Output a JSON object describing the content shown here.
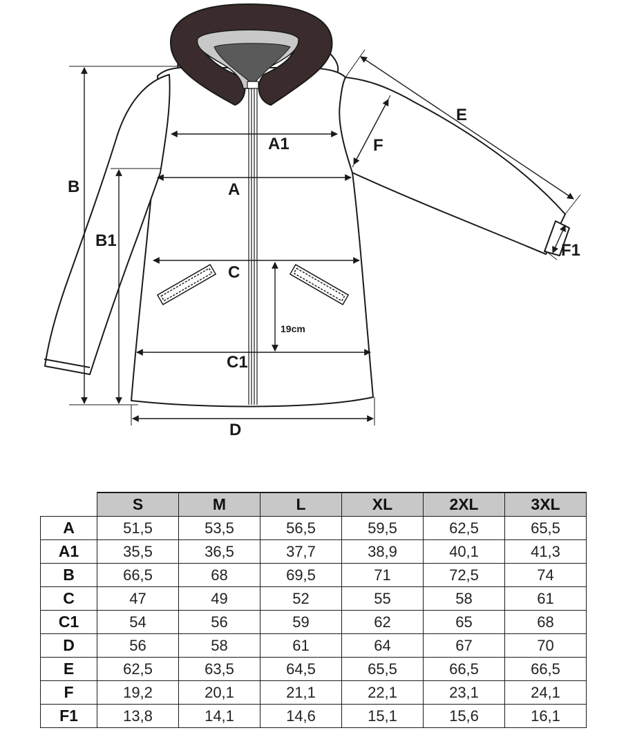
{
  "labels": {
    "A": "A",
    "A1": "A1",
    "B": "B",
    "B1": "B1",
    "C": "C",
    "C1": "C1",
    "D": "D",
    "E": "E",
    "F": "F",
    "F1": "F1",
    "pocket_depth": "19cm"
  },
  "table": {
    "sizes": [
      "S",
      "M",
      "L",
      "XL",
      "2XL",
      "3XL"
    ],
    "rows": [
      {
        "label": "A",
        "values": [
          "51,5",
          "53,5",
          "56,5",
          "59,5",
          "62,5",
          "65,5"
        ]
      },
      {
        "label": "A1",
        "values": [
          "35,5",
          "36,5",
          "37,7",
          "38,9",
          "40,1",
          "41,3"
        ]
      },
      {
        "label": "B",
        "values": [
          "66,5",
          "68",
          "69,5",
          "71",
          "72,5",
          "74"
        ]
      },
      {
        "label": "C",
        "values": [
          "47",
          "49",
          "52",
          "55",
          "58",
          "61"
        ]
      },
      {
        "label": "C1",
        "values": [
          "54",
          "56",
          "59",
          "62",
          "65",
          "68"
        ]
      },
      {
        "label": "D",
        "values": [
          "56",
          "58",
          "61",
          "64",
          "67",
          "70"
        ]
      },
      {
        "label": "E",
        "values": [
          "62,5",
          "63,5",
          "64,5",
          "65,5",
          "66,5",
          "66,5"
        ]
      },
      {
        "label": "F",
        "values": [
          "19,2",
          "20,1",
          "21,1",
          "22,1",
          "23,1",
          "24,1"
        ]
      },
      {
        "label": "F1",
        "values": [
          "13,8",
          "14,1",
          "14,6",
          "15,1",
          "15,6",
          "16,1"
        ]
      }
    ]
  },
  "colors": {
    "outline": "#1a1a1a",
    "hood_fur": "#3a2c2c",
    "hood_inner": "#c8c8c8",
    "header_fill": "#c8c8c8"
  }
}
